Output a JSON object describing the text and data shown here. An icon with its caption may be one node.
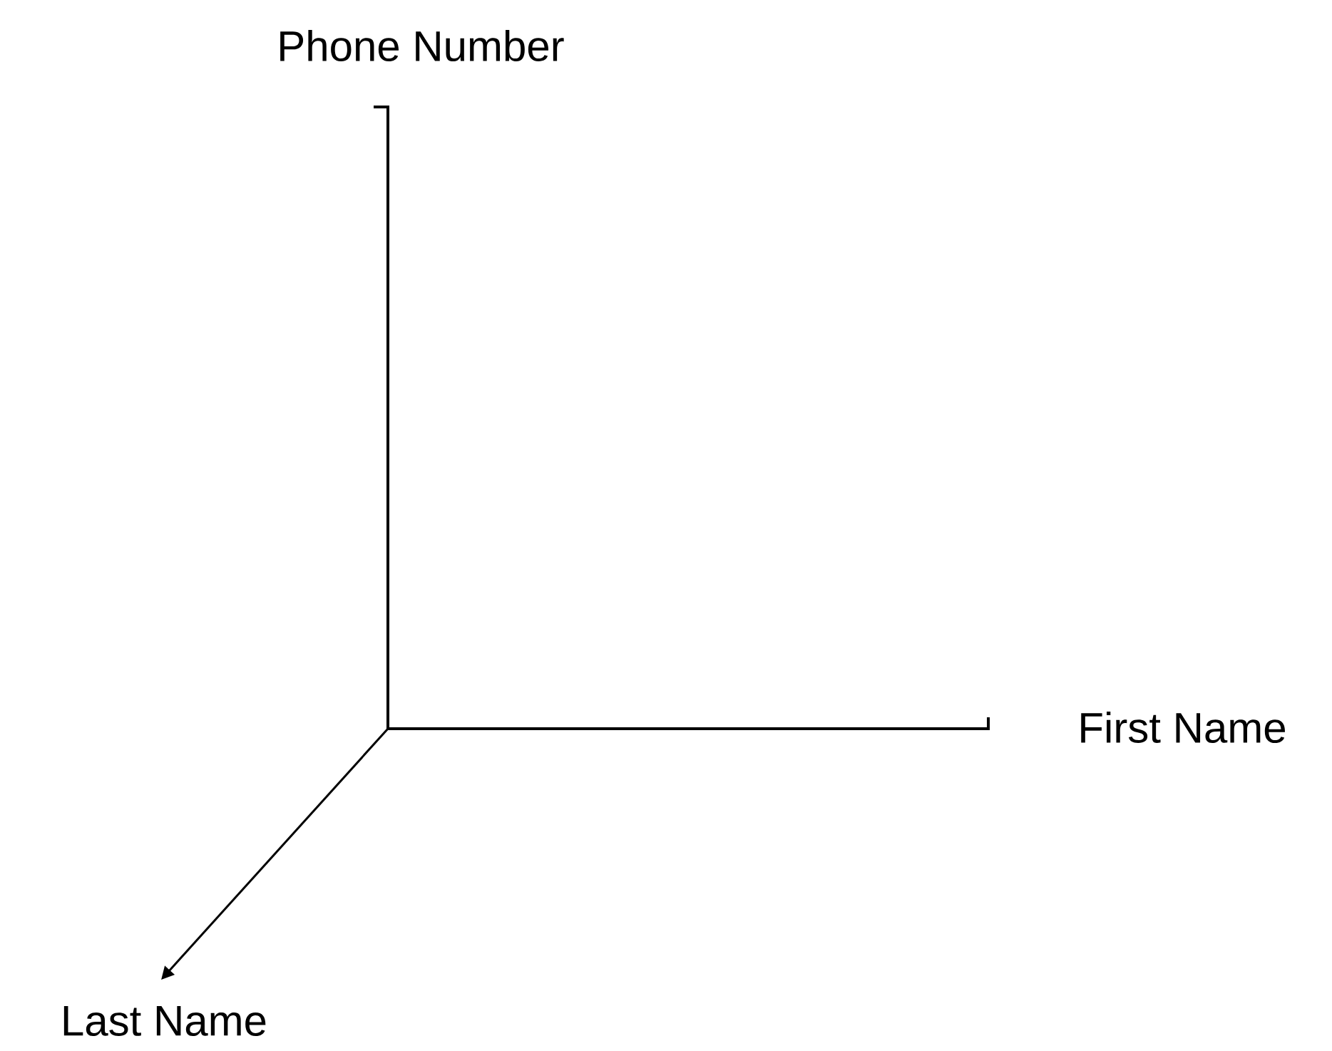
{
  "diagram": {
    "labels": [
      "Phone Number",
      "First Name",
      "Last Name"
    ]
  }
}
